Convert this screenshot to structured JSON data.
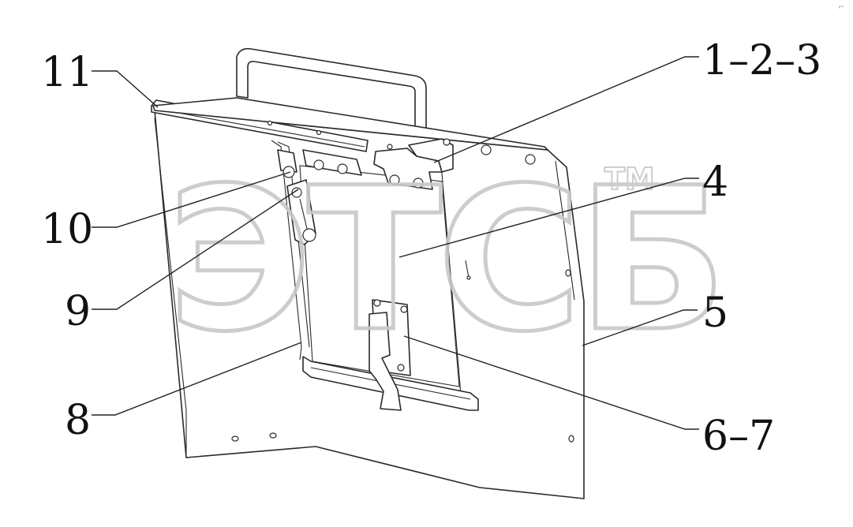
{
  "diagram": {
    "callouts": [
      {
        "id": "callout-11",
        "text": "11"
      },
      {
        "id": "callout-1-2-3",
        "text": "1–2–3"
      },
      {
        "id": "callout-4",
        "text": "4"
      },
      {
        "id": "callout-10",
        "text": "10"
      },
      {
        "id": "callout-9",
        "text": "9"
      },
      {
        "id": "callout-5",
        "text": "5"
      },
      {
        "id": "callout-8",
        "text": "8"
      },
      {
        "id": "callout-6-7",
        "text": "6–7"
      }
    ],
    "watermark": {
      "logo_text": "ЭТСБ",
      "tm": "TM"
    },
    "corner_glyph": "⌐"
  }
}
